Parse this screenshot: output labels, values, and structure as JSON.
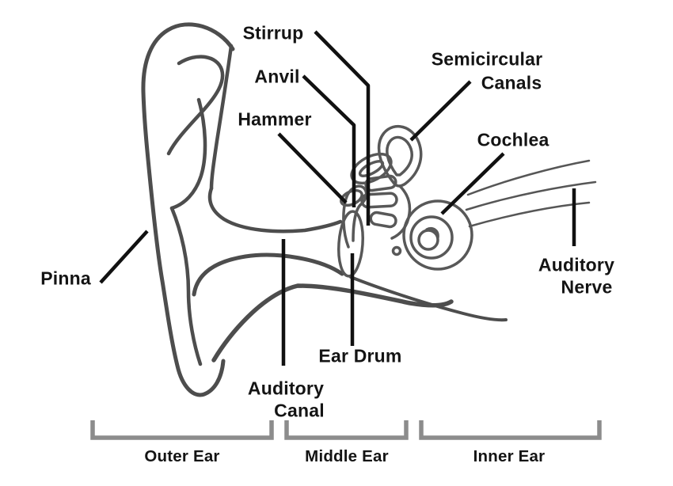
{
  "diagram": {
    "subject": "Anatomy of the human ear",
    "labels": {
      "stirrup": "Stirrup",
      "anvil": "Anvil",
      "hammer": "Hammer",
      "semicircular_line1": "Semicircular",
      "semicircular_line2": "Canals",
      "cochlea": "Cochlea",
      "auditory_nerve_line1": "Auditory",
      "auditory_nerve_line2": "Nerve",
      "pinna": "Pinna",
      "ear_drum": "Ear Drum",
      "auditory_canal_line1": "Auditory",
      "auditory_canal_line2": "Canal"
    },
    "regions": [
      {
        "label": "Outer Ear"
      },
      {
        "label": "Middle Ear"
      },
      {
        "label": "Inner Ear"
      }
    ],
    "colors": {
      "background": "#ffffff",
      "label_text": "#141414",
      "leader_line": "#111111",
      "ear_outline": "#4d4d4d",
      "inner_structures": "#585858",
      "nerve_lines": "#565656",
      "bracket": "#8c8c8c"
    }
  }
}
